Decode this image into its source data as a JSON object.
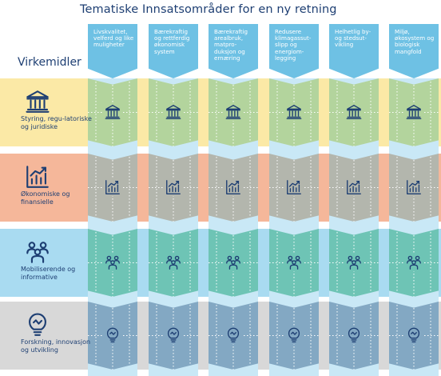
{
  "title": "Tematiske Innsatsområder for en ny retning",
  "row_header": "Virkemidler",
  "columns": [
    {
      "label": "Livskvalitet, velferd og like muligheter"
    },
    {
      "label": "Bærekraftig og rettferdig økonomisk system"
    },
    {
      "label": "Bærekraftig arealbruk, matpro-duksjon og ernæring"
    },
    {
      "label": "Redusere klimagassut-slipp og energiom-legging"
    },
    {
      "label": "Helhetlig by- og stedsut-vikling"
    },
    {
      "label": "Miljø, økosystem og biologisk mangfold"
    }
  ],
  "rows": [
    {
      "label": "Styring, regu-latoriske og juridiske",
      "icon": "government-building-icon",
      "band_color": "#fbe9a6",
      "cell_color": "#b3d49d"
    },
    {
      "label": "Økonomiske og finansielle",
      "icon": "bar-chart-icon",
      "band_color": "#f5b79a",
      "cell_color": "#b3b6ad"
    },
    {
      "label": "Mobiliserende og informative",
      "icon": "people-group-icon",
      "band_color": "#a9dbf1",
      "cell_color": "#6ec4b5"
    },
    {
      "label": "Forskning, innovasjon og utvikling",
      "icon": "lightbulb-icon",
      "band_color": "#d8d8d8",
      "cell_color": "#83a8c3"
    }
  ],
  "colors": {
    "title": "#1e3f73",
    "column_header": "#6ec1e4",
    "column_strip": "#c9e8f6",
    "icon_stroke": "#1e3f73",
    "dot_line": "#ffffff"
  }
}
